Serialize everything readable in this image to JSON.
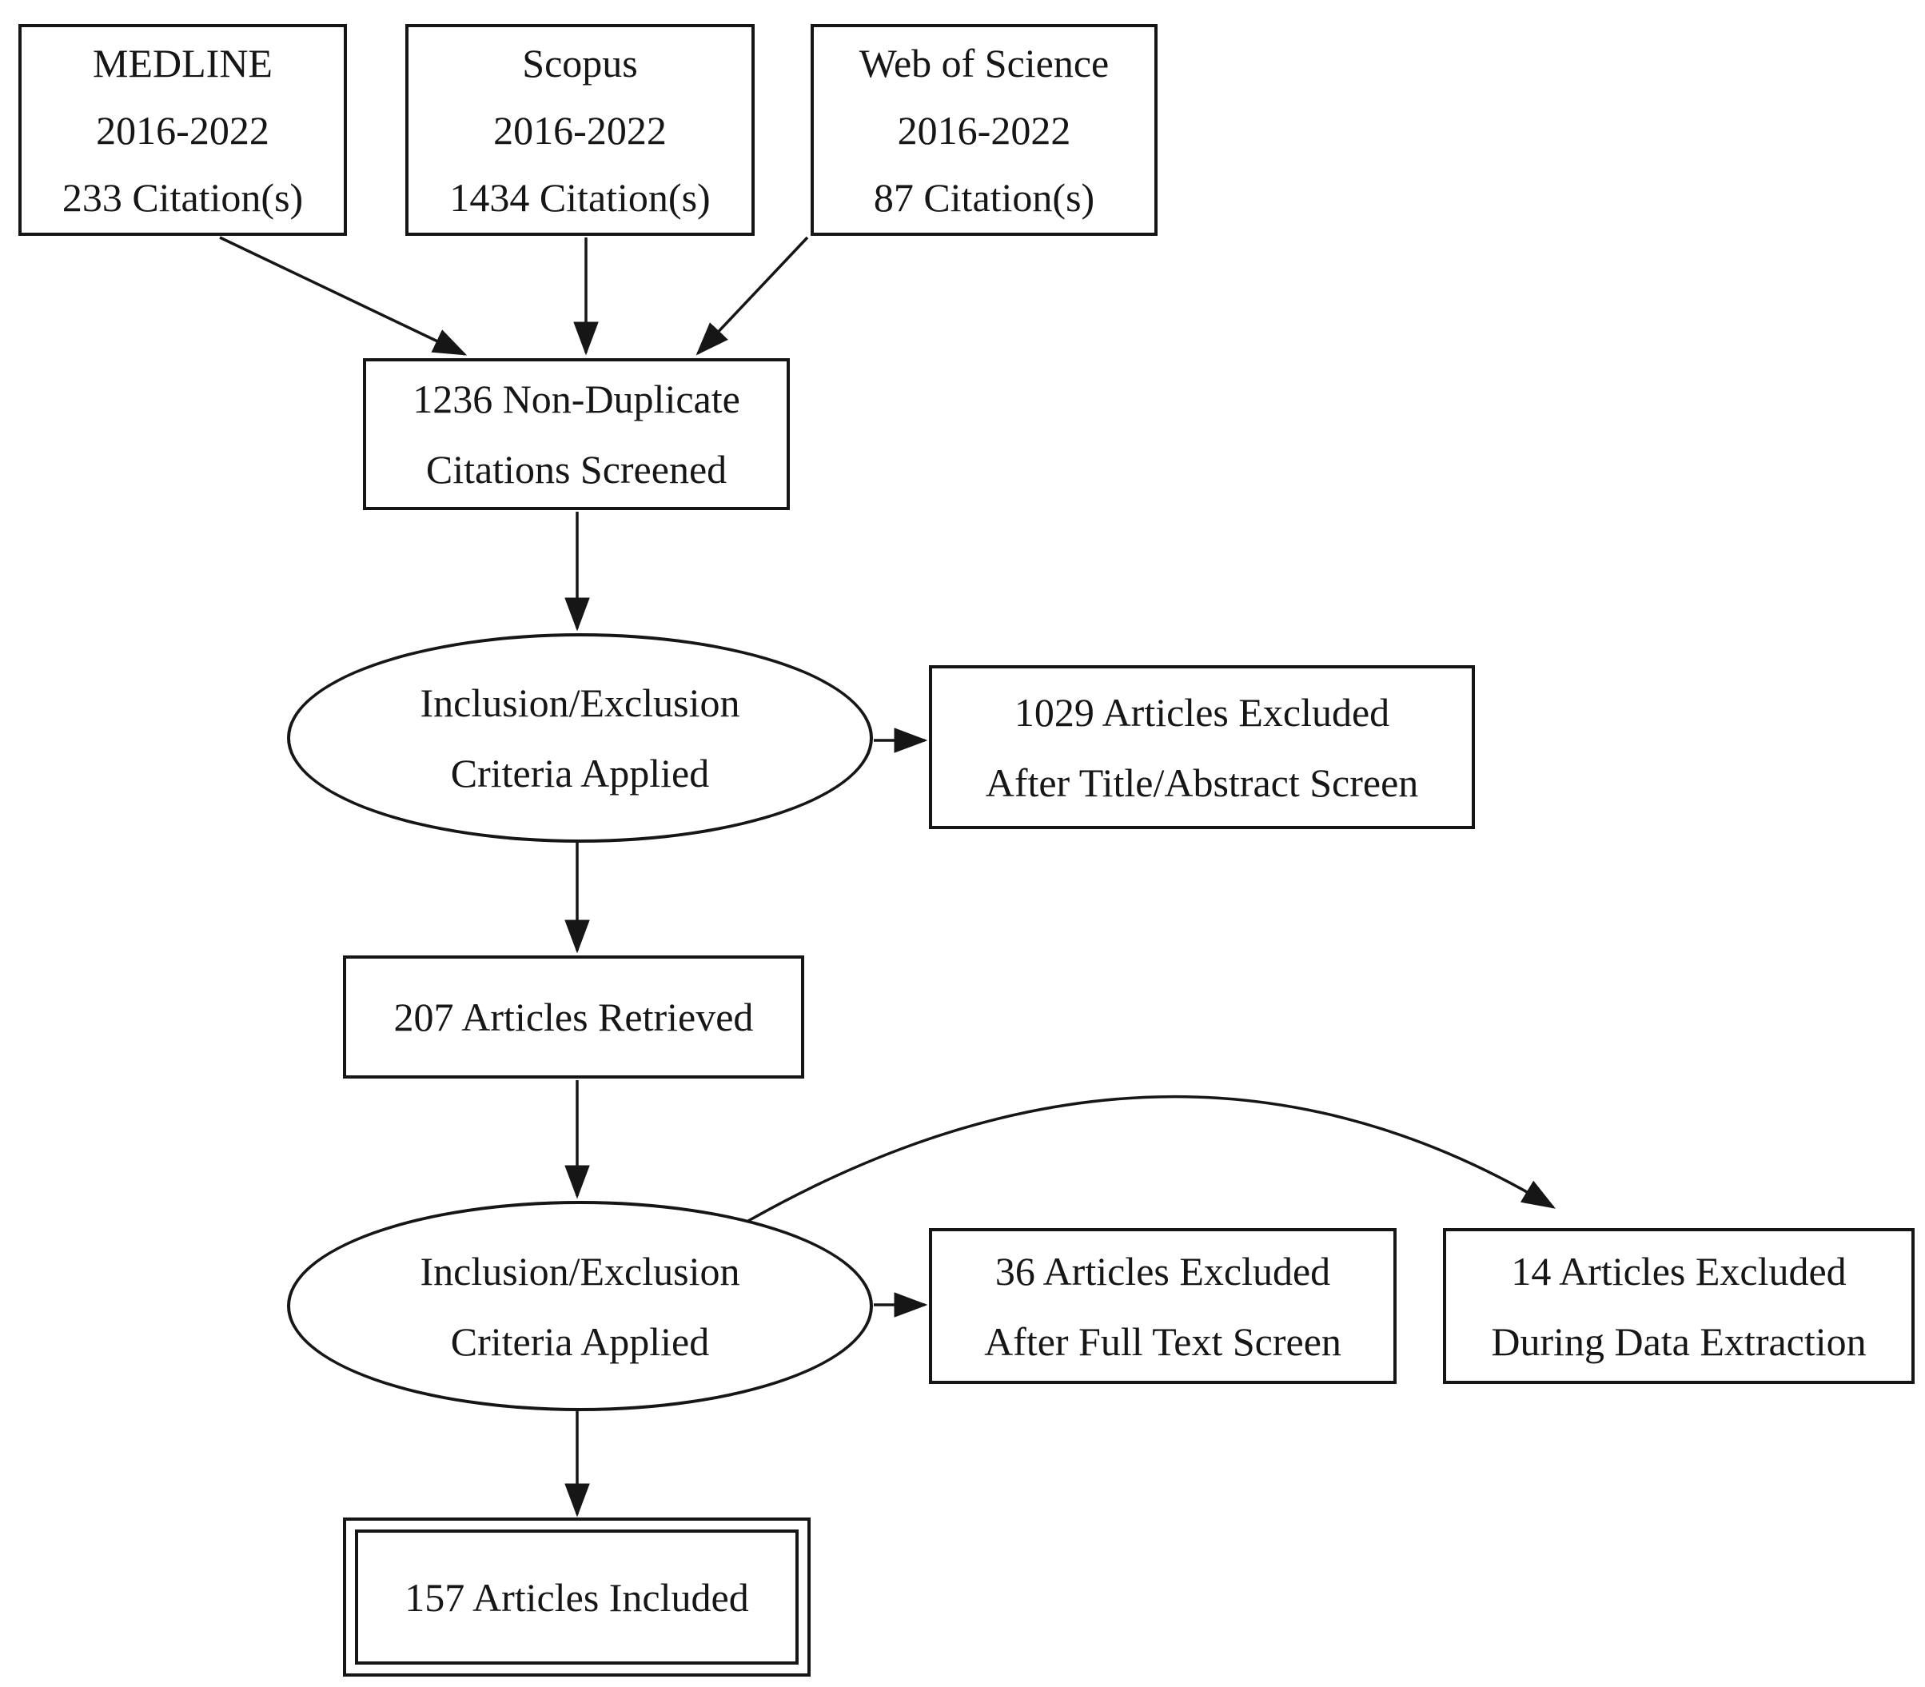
{
  "canvas": {
    "background": "#ffffff",
    "line_color": "#161616"
  },
  "nodes": {
    "medline": {
      "shape": "box",
      "lines": [
        "MEDLINE",
        "2016-2022",
        "233 Citation(s)"
      ]
    },
    "scopus": {
      "shape": "box",
      "lines": [
        "Scopus",
        "2016-2022",
        "1434 Citation(s)"
      ]
    },
    "web_of_science": {
      "shape": "box",
      "lines": [
        "Web of Science",
        "2016-2022",
        "87 Citation(s)"
      ]
    },
    "screened": {
      "shape": "box",
      "lines": [
        "1236 Non-Duplicate",
        "Citations Screened"
      ]
    },
    "criteria_screen": {
      "shape": "ellipse",
      "lines": [
        "Inclusion/Exclusion",
        "Criteria Applied"
      ]
    },
    "excluded_title_abstract": {
      "shape": "box",
      "lines": [
        "1029 Articles Excluded",
        "After Title/Abstract Screen"
      ]
    },
    "retrieved": {
      "shape": "box",
      "lines": [
        "207 Articles Retrieved"
      ]
    },
    "criteria_fulltext": {
      "shape": "ellipse",
      "lines": [
        "Inclusion/Exclusion",
        "Criteria Applied"
      ]
    },
    "excluded_full_text": {
      "shape": "box",
      "lines": [
        "36 Articles Excluded",
        "After Full Text Screen"
      ]
    },
    "excluded_data_extraction": {
      "shape": "box",
      "lines": [
        "14 Articles Excluded",
        "During Data Extraction"
      ]
    },
    "included": {
      "shape": "double-box",
      "lines": [
        "157 Articles Included"
      ]
    }
  },
  "edges": [
    {
      "from": "medline",
      "to": "screened",
      "style": "straight"
    },
    {
      "from": "scopus",
      "to": "screened",
      "style": "straight"
    },
    {
      "from": "web_of_science",
      "to": "screened",
      "style": "straight"
    },
    {
      "from": "screened",
      "to": "criteria_screen",
      "style": "straight"
    },
    {
      "from": "criteria_screen",
      "to": "excluded_title_abstract",
      "style": "straight"
    },
    {
      "from": "criteria_screen",
      "to": "retrieved",
      "style": "straight"
    },
    {
      "from": "retrieved",
      "to": "criteria_fulltext",
      "style": "straight"
    },
    {
      "from": "criteria_fulltext",
      "to": "excluded_full_text",
      "style": "straight"
    },
    {
      "from": "criteria_fulltext",
      "to": "excluded_data_extraction",
      "style": "curved"
    },
    {
      "from": "criteria_fulltext",
      "to": "included",
      "style": "straight"
    }
  ]
}
